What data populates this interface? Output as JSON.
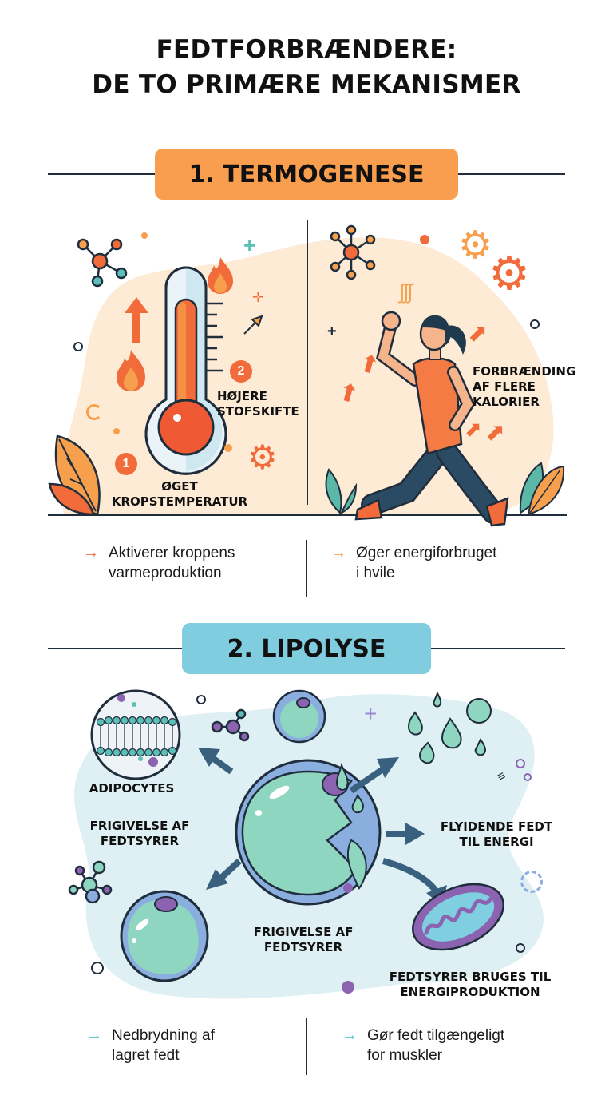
{
  "title": {
    "line1": "FEDTFORBRÆNDERE:",
    "line2": "DE TO PRIMÆRE MEKANISMER"
  },
  "sections": [
    {
      "badge": "1. TERMOGENESE",
      "badge_color": "#f99e4e",
      "left_panel": {
        "illustration": "thermometer-with-flames",
        "labels": [
          {
            "number": "1",
            "text_line1": "ØGET",
            "text_line2": "KROPSTEMPERATUR"
          },
          {
            "number": "2",
            "text_line1": "HØJERE",
            "text_line2": "STOFSKIFTE"
          }
        ]
      },
      "right_panel": {
        "illustration": "woman-running",
        "label_line1": "FORBRÆNDING",
        "label_line2": "AF FLERE",
        "label_line3": "KALORIER"
      },
      "bullets": [
        {
          "arrow": "→",
          "line1": "Aktiverer kroppens",
          "line2": "varmeproduktion",
          "arrow_color": "#f0704a"
        },
        {
          "arrow": "→",
          "line1": "Øger energiforbruget",
          "line2": "i hvile",
          "arrow_color": "#f6a04d"
        }
      ]
    },
    {
      "badge": "2. LIPOLYSE",
      "badge_color": "#80cde0",
      "labels": {
        "adipocytes": "ADIPOCYTES",
        "release_left_line1": "FRIGIVELSE AF",
        "release_left_line2": "FEDTSYRER",
        "release_center_line1": "FRIGIVELSE AF",
        "release_center_line2": "FEDTSYRER",
        "liquid_fat_line1": "FLYIDENDE FEDT",
        "liquid_fat_line2": "TIL ENERGI",
        "mito_line1": "FEDTSYRER BRUGES TIL",
        "mito_line2": "ENERGIPRODUKTION"
      },
      "bullets": [
        {
          "arrow": "→",
          "line1": "Nedbrydning af",
          "line2": "lagret fedt",
          "arrow_color": "#5cc0d0"
        },
        {
          "arrow": "→",
          "line1": "Gør fedt tilgængeligt",
          "line2": "for muskler",
          "arrow_color": "#5cc0d0"
        }
      ]
    }
  ],
  "colors": {
    "warm_bg": "#fdebd5",
    "cool_bg": "#dff0f5",
    "dark_line": "#1f2d3d",
    "flame_orange": "#f26b3a",
    "cell_green": "#8fd6c0",
    "cell_blue": "#8aaede",
    "purple": "#8b63b0"
  }
}
